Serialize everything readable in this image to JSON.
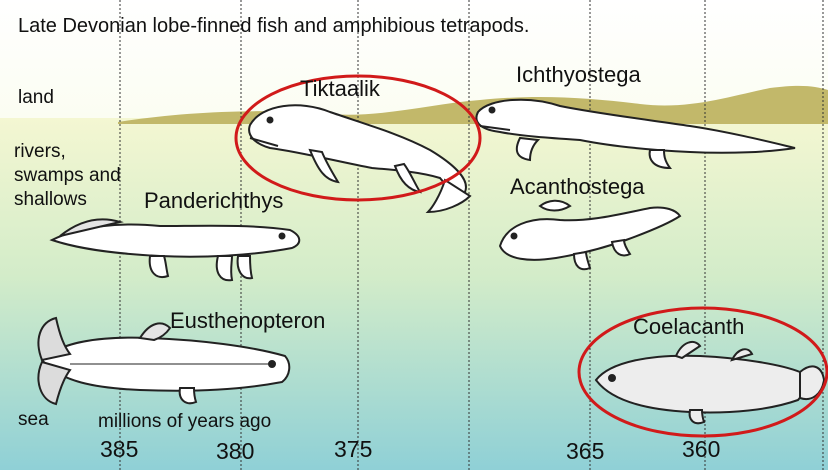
{
  "title": "Late Devonian lobe-finned fish and amphibious tetrapods.",
  "zones": {
    "land": "land",
    "rivers": [
      "rivers,",
      "swamps and",
      "shallows"
    ],
    "sea": "sea"
  },
  "animals": {
    "tiktaalik": "Tiktaalik",
    "ichthyostega": "Ichthyostega",
    "panderichthys": "Panderichthys",
    "acanthostega": "Acanthostega",
    "eusthenopteron": "Eusthenopteron",
    "coelacanth": "Coelacanth"
  },
  "highlighted": [
    "Tiktaalik",
    "Coelacanth"
  ],
  "axis": {
    "title": "millions of years ago",
    "ticks": [
      "385",
      "380",
      "375",
      "365",
      "360"
    ]
  },
  "colors": {
    "land_top": "#f4f7d2",
    "shallow": "#d3ecc9",
    "sea_bottom": "#8fd0d6",
    "land_hill": "#c2b86a",
    "highlight_ring": "#d11a1a",
    "gridline": "#333333"
  }
}
